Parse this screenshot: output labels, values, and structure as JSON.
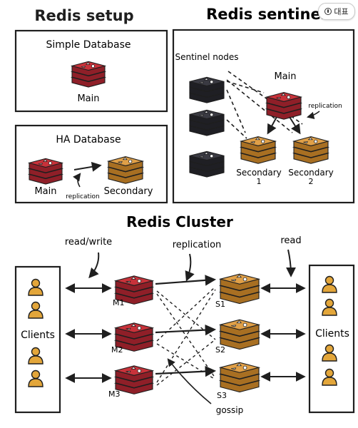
{
  "badge": {
    "label": "대표"
  },
  "setup": {
    "title": "Redis setup",
    "simple": {
      "title": "Simple Database",
      "main_label": "Main"
    },
    "ha": {
      "title": "HA Database",
      "main_label": "Main",
      "secondary_label": "Secondary",
      "replication_label": "replication"
    }
  },
  "sentinel": {
    "title": "Redis sentinel",
    "nodes_label": "Sentinel nodes",
    "main_label": "Main",
    "replication_label": "replication",
    "secondary1_line1": "Secondary",
    "secondary1_line2": "1",
    "secondary2_line1": "Secondary",
    "secondary2_line2": "2"
  },
  "cluster": {
    "title": "Redis Cluster",
    "read_write_label": "read/write",
    "replication_label": "replication",
    "read_label": "read",
    "gossip_label": "gossip",
    "clients_left": "Clients",
    "clients_right": "Clients",
    "mains": [
      "M1",
      "M2",
      "M3"
    ],
    "secondaries": [
      "S1",
      "S2",
      "S3"
    ]
  },
  "colors": {
    "main": "#c8323a",
    "main_dark": "#8f1f28",
    "secondary": "#e0a048",
    "secondary_dark": "#a86f22",
    "sentinel": "#3a3a42",
    "sentinel_dark": "#1f1f24",
    "person": "#e3a63a",
    "ink": "#1f1f1f"
  }
}
